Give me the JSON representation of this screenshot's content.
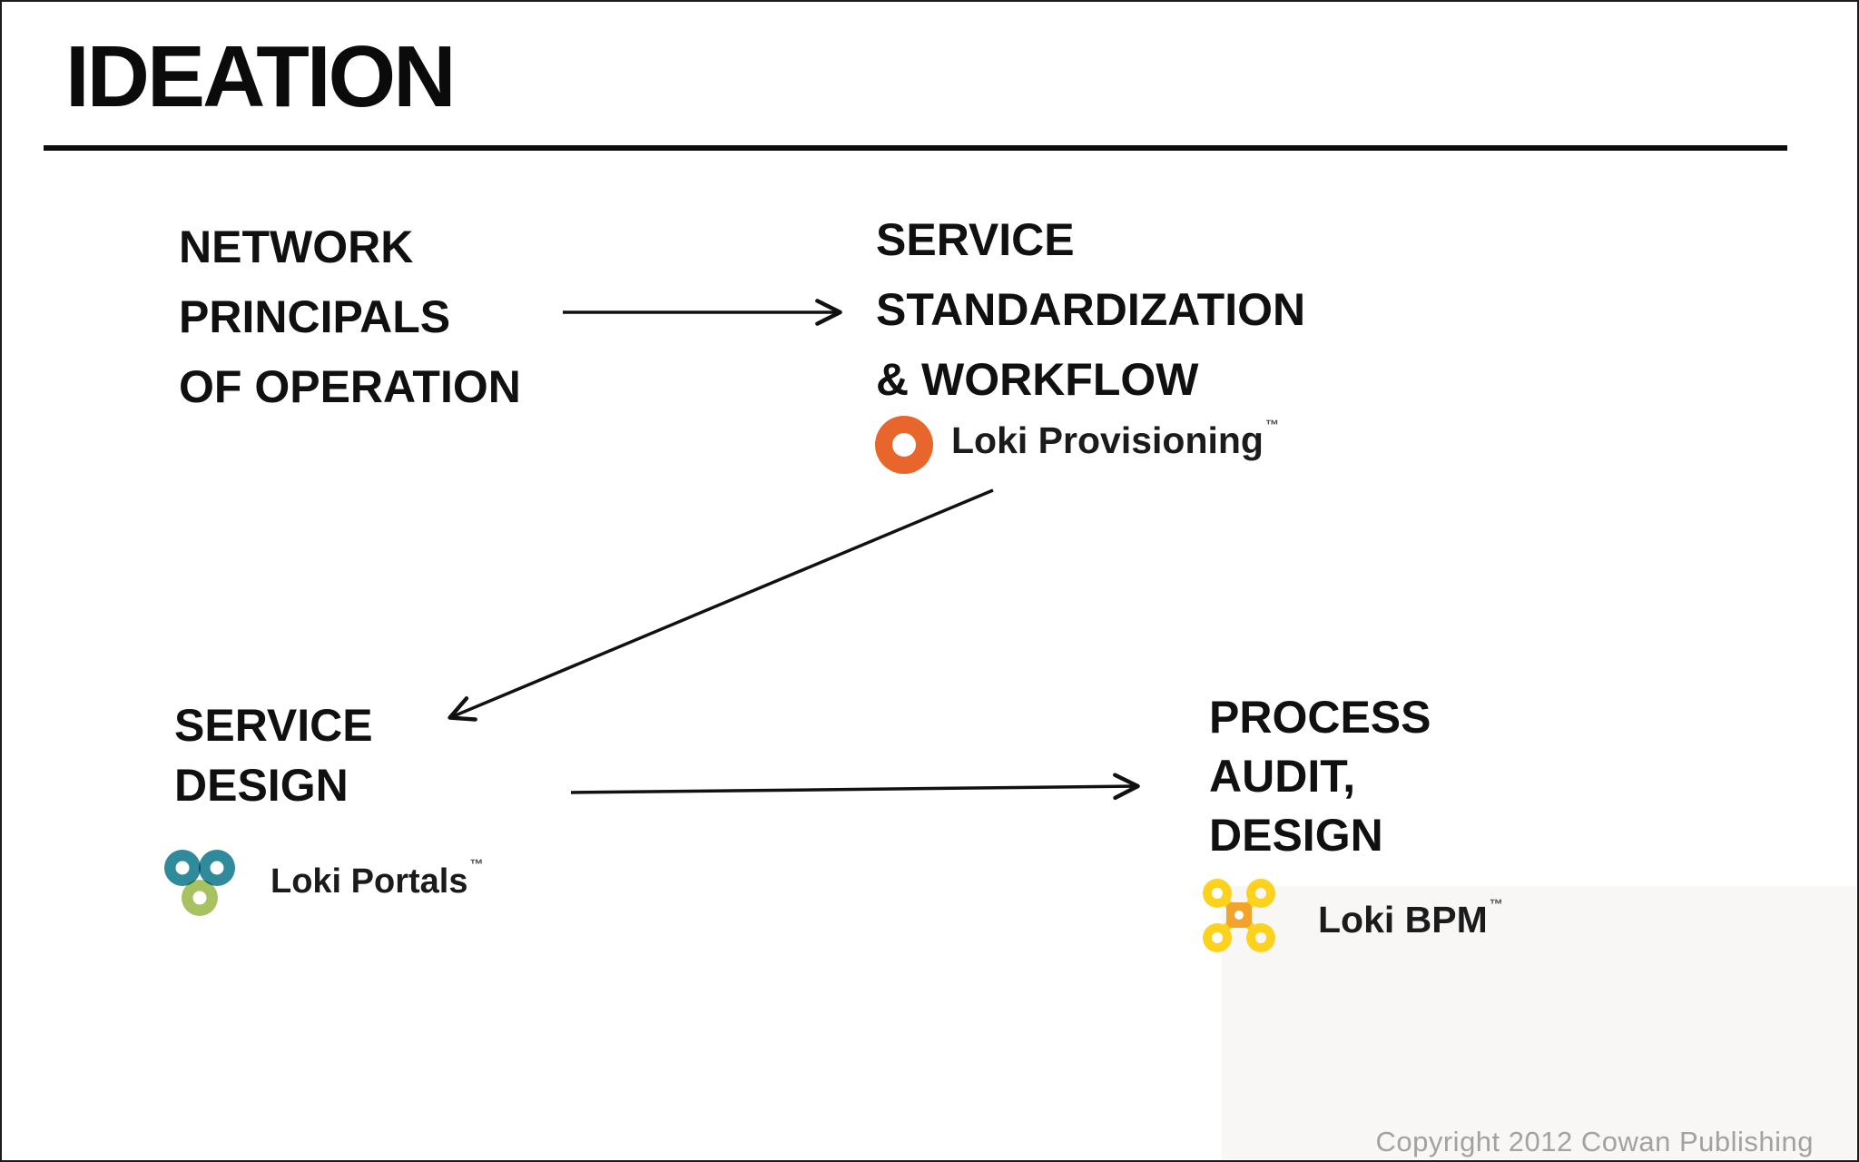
{
  "page": {
    "title": "IDEATION",
    "copyright": "Copyright 2012 Cowan Publishing"
  },
  "nodes": [
    {
      "lines": [
        "NETWORK",
        "PRINCIPALS",
        "OF OPERATION"
      ]
    },
    {
      "lines": [
        "SERVICE",
        "STANDARDIZATION",
        "& WORKFLOW"
      ]
    },
    {
      "lines": [
        "SERVICE",
        "DESIGN"
      ]
    },
    {
      "lines": [
        "PROCESS",
        "AUDIT,",
        "DESIGN"
      ]
    }
  ],
  "logos": {
    "provisioning": {
      "label": "Loki Provisioning",
      "tm": "™",
      "ring_color": "#e8662c"
    },
    "portals": {
      "label": "Loki Portals",
      "tm": "™",
      "teal_color": "#2f8a9b",
      "green_color": "#a9c261"
    },
    "bpm": {
      "label": "Loki BPM",
      "tm": "™",
      "ring_color": "#fdd21f",
      "center_color": "#f2a32b"
    }
  },
  "colors": {
    "text": "#111111",
    "arrow": "#111111",
    "copyright": "#a2a2a2"
  }
}
